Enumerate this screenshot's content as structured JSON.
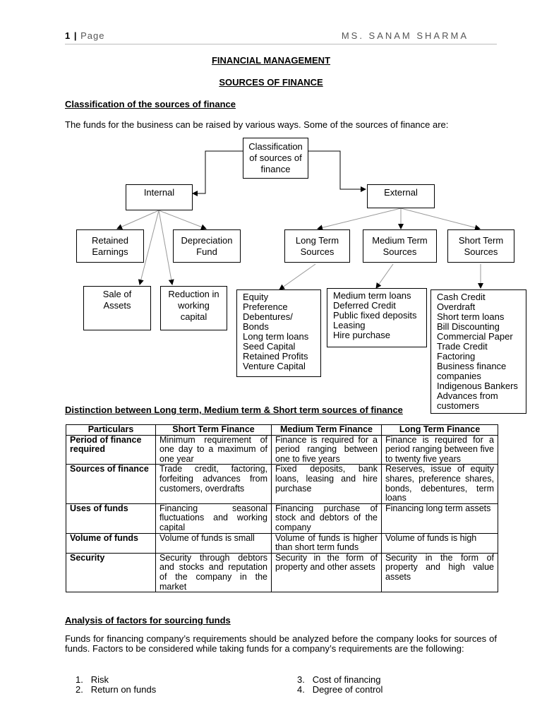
{
  "header": {
    "page_number": "1",
    "separator": "|",
    "page_label": "Page",
    "author": "MS. SANAM SHARMA"
  },
  "title": "FINANCIAL MANAGEMENT",
  "subtitle": "SOURCES OF FINANCE",
  "section1": {
    "heading": "Classification of the sources of finance",
    "intro": "The funds for the business can be raised by various ways. Some of the sources of finance are:"
  },
  "diagram": {
    "root": [
      "Classification",
      "of sources of",
      "finance"
    ],
    "internal": "Internal",
    "external": "External",
    "retained": [
      "Retained",
      "Earnings"
    ],
    "depreciation": [
      "Depreciation",
      "Fund"
    ],
    "sale_assets": [
      "Sale of",
      "Assets"
    ],
    "reduction": [
      "Reduction in",
      "working",
      "capital"
    ],
    "long_term": [
      "Long Term",
      "Sources"
    ],
    "medium_term": [
      "Medium Term",
      "Sources"
    ],
    "short_term": [
      "Short Term",
      "Sources"
    ],
    "long_list": [
      "Equity",
      "Preference",
      "Debentures/",
      "Bonds",
      "Long term loans",
      "Seed Capital",
      "Retained Profits",
      "Venture Capital"
    ],
    "medium_list": [
      "Medium term loans",
      "Deferred Credit",
      "Public fixed deposits",
      "Leasing",
      "Hire purchase"
    ],
    "short_list": [
      "Cash Credit",
      "Overdraft",
      "Short term loans",
      "Bill Discounting",
      "Commercial Paper",
      "Trade Credit",
      "Factoring",
      "Business finance",
      "companies",
      "Indigenous Bankers",
      "Advances from",
      "customers"
    ]
  },
  "section2": {
    "heading": "Distinction between Long term, Medium term & Short term sources of finance",
    "columns": [
      "Particulars",
      "Short Term Finance",
      "Medium Term Finance",
      "Long Term Finance"
    ],
    "rows": [
      [
        "Period of finance required",
        "Minimum requirement of one day to a maximum of one year",
        "Finance is required for a period ranging between one to five years",
        "Finance is required for a period ranging between five to twenty five years"
      ],
      [
        "Sources of finance",
        "Trade credit, factoring, forfeiting advances from customers, overdrafts",
        "Fixed deposits, bank loans, leasing and hire purchase",
        "Reserves, issue of equity shares, preference shares, bonds, debentures, term loans"
      ],
      [
        "Uses of funds",
        "Financing seasonal fluctuations and working capital",
        "Financing purchase of stock and debtors of the company",
        "Financing long term assets"
      ],
      [
        "Volume of funds",
        "Volume of funds is small",
        "Volume of funds is higher than short term funds",
        "Volume of funds is high"
      ],
      [
        "Security",
        "Security through debtors and stocks and reputation of the company in the market",
        "Security in the form of property and other assets",
        "Security in the form of property and high value assets"
      ]
    ]
  },
  "section3": {
    "heading": "Analysis of factors for sourcing funds",
    "paragraph": "Funds for financing company’s requirements should be analyzed before the company looks for sources of funds. Factors to be considered while taking funds for a company’s requirements are the following:",
    "factors": [
      {
        "num": "1.",
        "text": "Risk"
      },
      {
        "num": "2.",
        "text": "Return on funds"
      },
      {
        "num": "3.",
        "text": "Cost of financing"
      },
      {
        "num": "4.",
        "text": "Degree of control"
      }
    ]
  }
}
